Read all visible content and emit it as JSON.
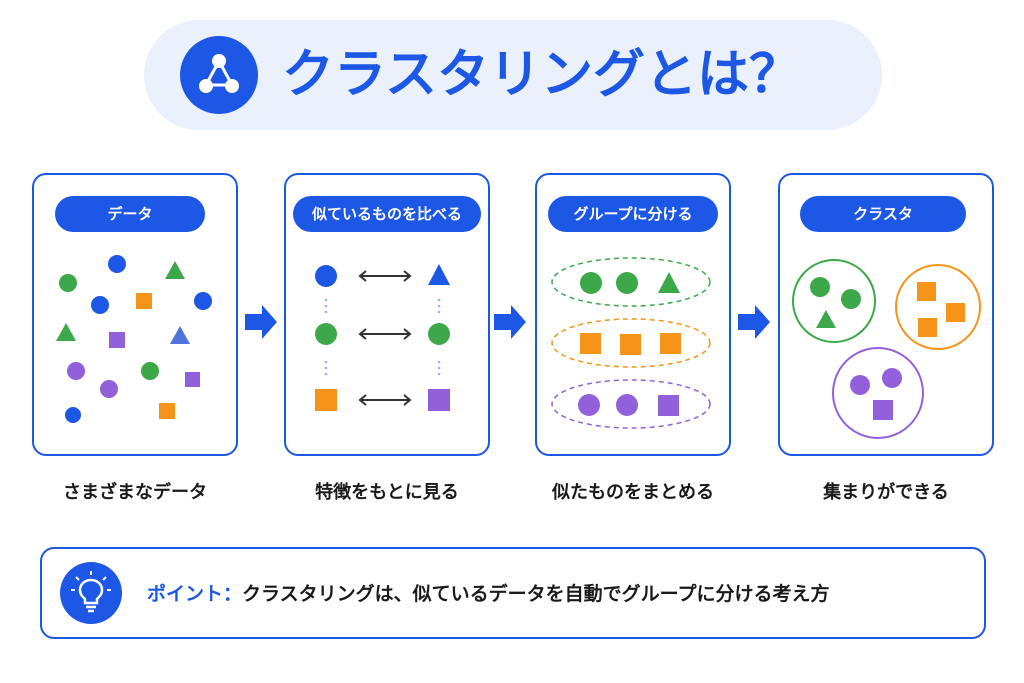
{
  "title": "クラスタリングとは？",
  "panels": [
    {
      "label": "データ",
      "caption": "さまざまなデータ"
    },
    {
      "label": "似ているものを比べる",
      "caption": "特徴をもとに見る"
    },
    {
      "label": "グループに分ける",
      "caption": "似たものをまとめる"
    },
    {
      "label": "クラスタ",
      "caption": "集まりができる"
    }
  ],
  "point": {
    "label": "ポイント：",
    "text": "クラスタリングは、似ているデータを自動でグループに分ける考え方"
  },
  "colors": {
    "accent": "#1d57e6",
    "green": "#3da84a",
    "orange": "#f59418",
    "purple": "#9161dc",
    "blue": "#1d57e6",
    "title_bg": "#eaf1fd"
  },
  "icons": {
    "title": "network-nodes-icon",
    "point": "lightbulb-icon",
    "arrows": "arrow-right-icon",
    "compare": "double-arrow-icon"
  }
}
